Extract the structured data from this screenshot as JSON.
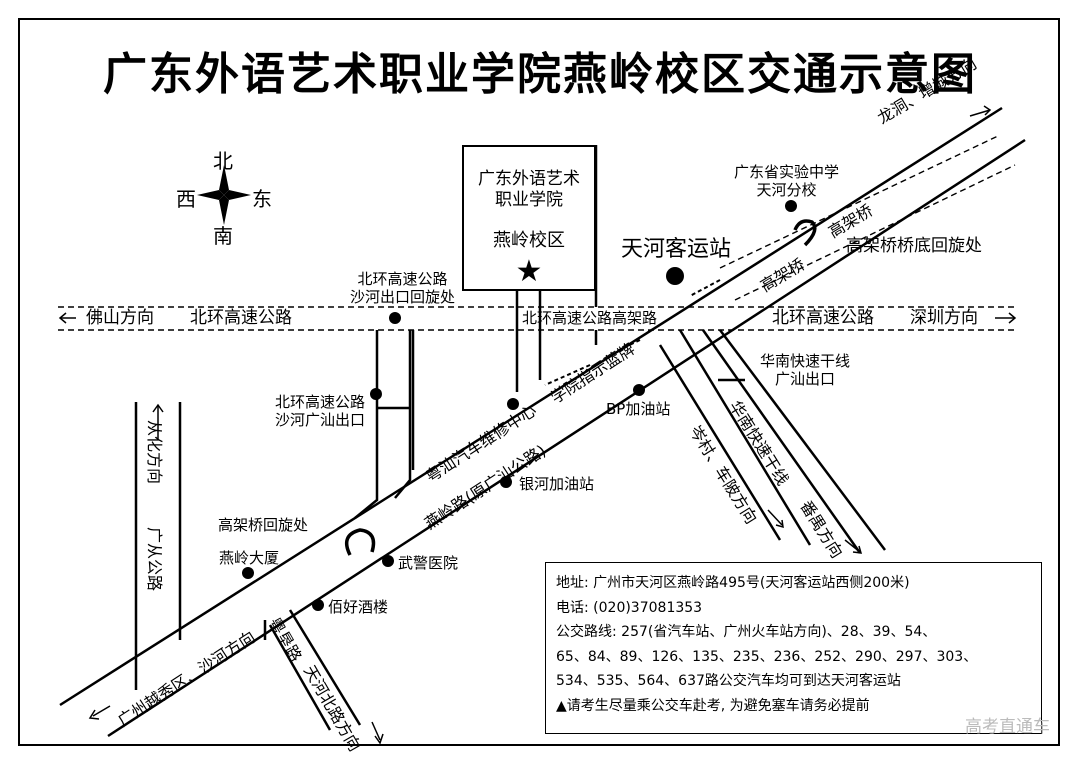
{
  "title": "广东外语艺术职业学院燕岭校区交通示意图",
  "compass": {
    "north": "北",
    "south": "南",
    "east": "东",
    "west": "西"
  },
  "campus": {
    "name": "广东外语艺术职业学院",
    "line1": "广东外语艺术",
    "line2": "职业学院",
    "campus": "燕岭校区",
    "marker": "★"
  },
  "labels": {
    "foshan": "佛山方向",
    "bhgs_left": "北环高速公路",
    "bhgs_viaduct": "北环高速公路高架路",
    "bhgs_right": "北环高速公路",
    "shenzhen": "深圳方向",
    "shahe_uturn_l1": "北环高速公路",
    "shahe_uturn_l2": "沙河出口回旋处",
    "shahe_guangshan_l1": "北环高速公路",
    "shahe_guangshan_l2": "沙河广汕出口",
    "tianhe_bus": "天河客运站",
    "experimental_l1": "广东省实验中学",
    "experimental_l2": "天河分校",
    "longdong": "龙洞、增城方向",
    "viaduct1": "高架桥",
    "viaduct2": "高架桥",
    "viaduct_uturn": "高架桥桥底回旋处",
    "huanan_l1": "华南快速干线",
    "huanan_l2": "广汕出口",
    "huanan_road": "华南快速干线",
    "panyu": "番禺方向",
    "cencun": "岑村、车陂方向",
    "bp": "BP加油站",
    "yinhe": "银河加油站",
    "yanling_road": "燕岭路(原广汕公路)",
    "repair_center": "粤汕汽车维修中心",
    "school_sign": "学院指示蓝牌",
    "viaduct_uturn2": "高架桥回旋处",
    "yanling_building": "燕岭大厦",
    "wujing": "武警医院",
    "baihao": "佰好酒楼",
    "yueken": "粤垦路",
    "tianhe_north": "天河北路方向",
    "conghua": "从化方向",
    "guangcong": "广从公路",
    "yuexiu": "广州越秀区、沙河方向"
  },
  "info": {
    "address": "地址: 广州市天河区燕岭路495号(天河客运站西侧200米)",
    "phone": "电话: (020)37081353",
    "bus1": "公交路线: 257(省汽车站、广州火车站方向)、28、39、54、",
    "bus2": "65、84、89、126、135、235、236、252、290、297、303、",
    "bus3": "534、535、564、637路公交汽车均可到达天河客运站",
    "notice": "▲请考生尽量乘公交车赴考, 为避免塞车请务必提前"
  },
  "watermark": "高考直通车"
}
